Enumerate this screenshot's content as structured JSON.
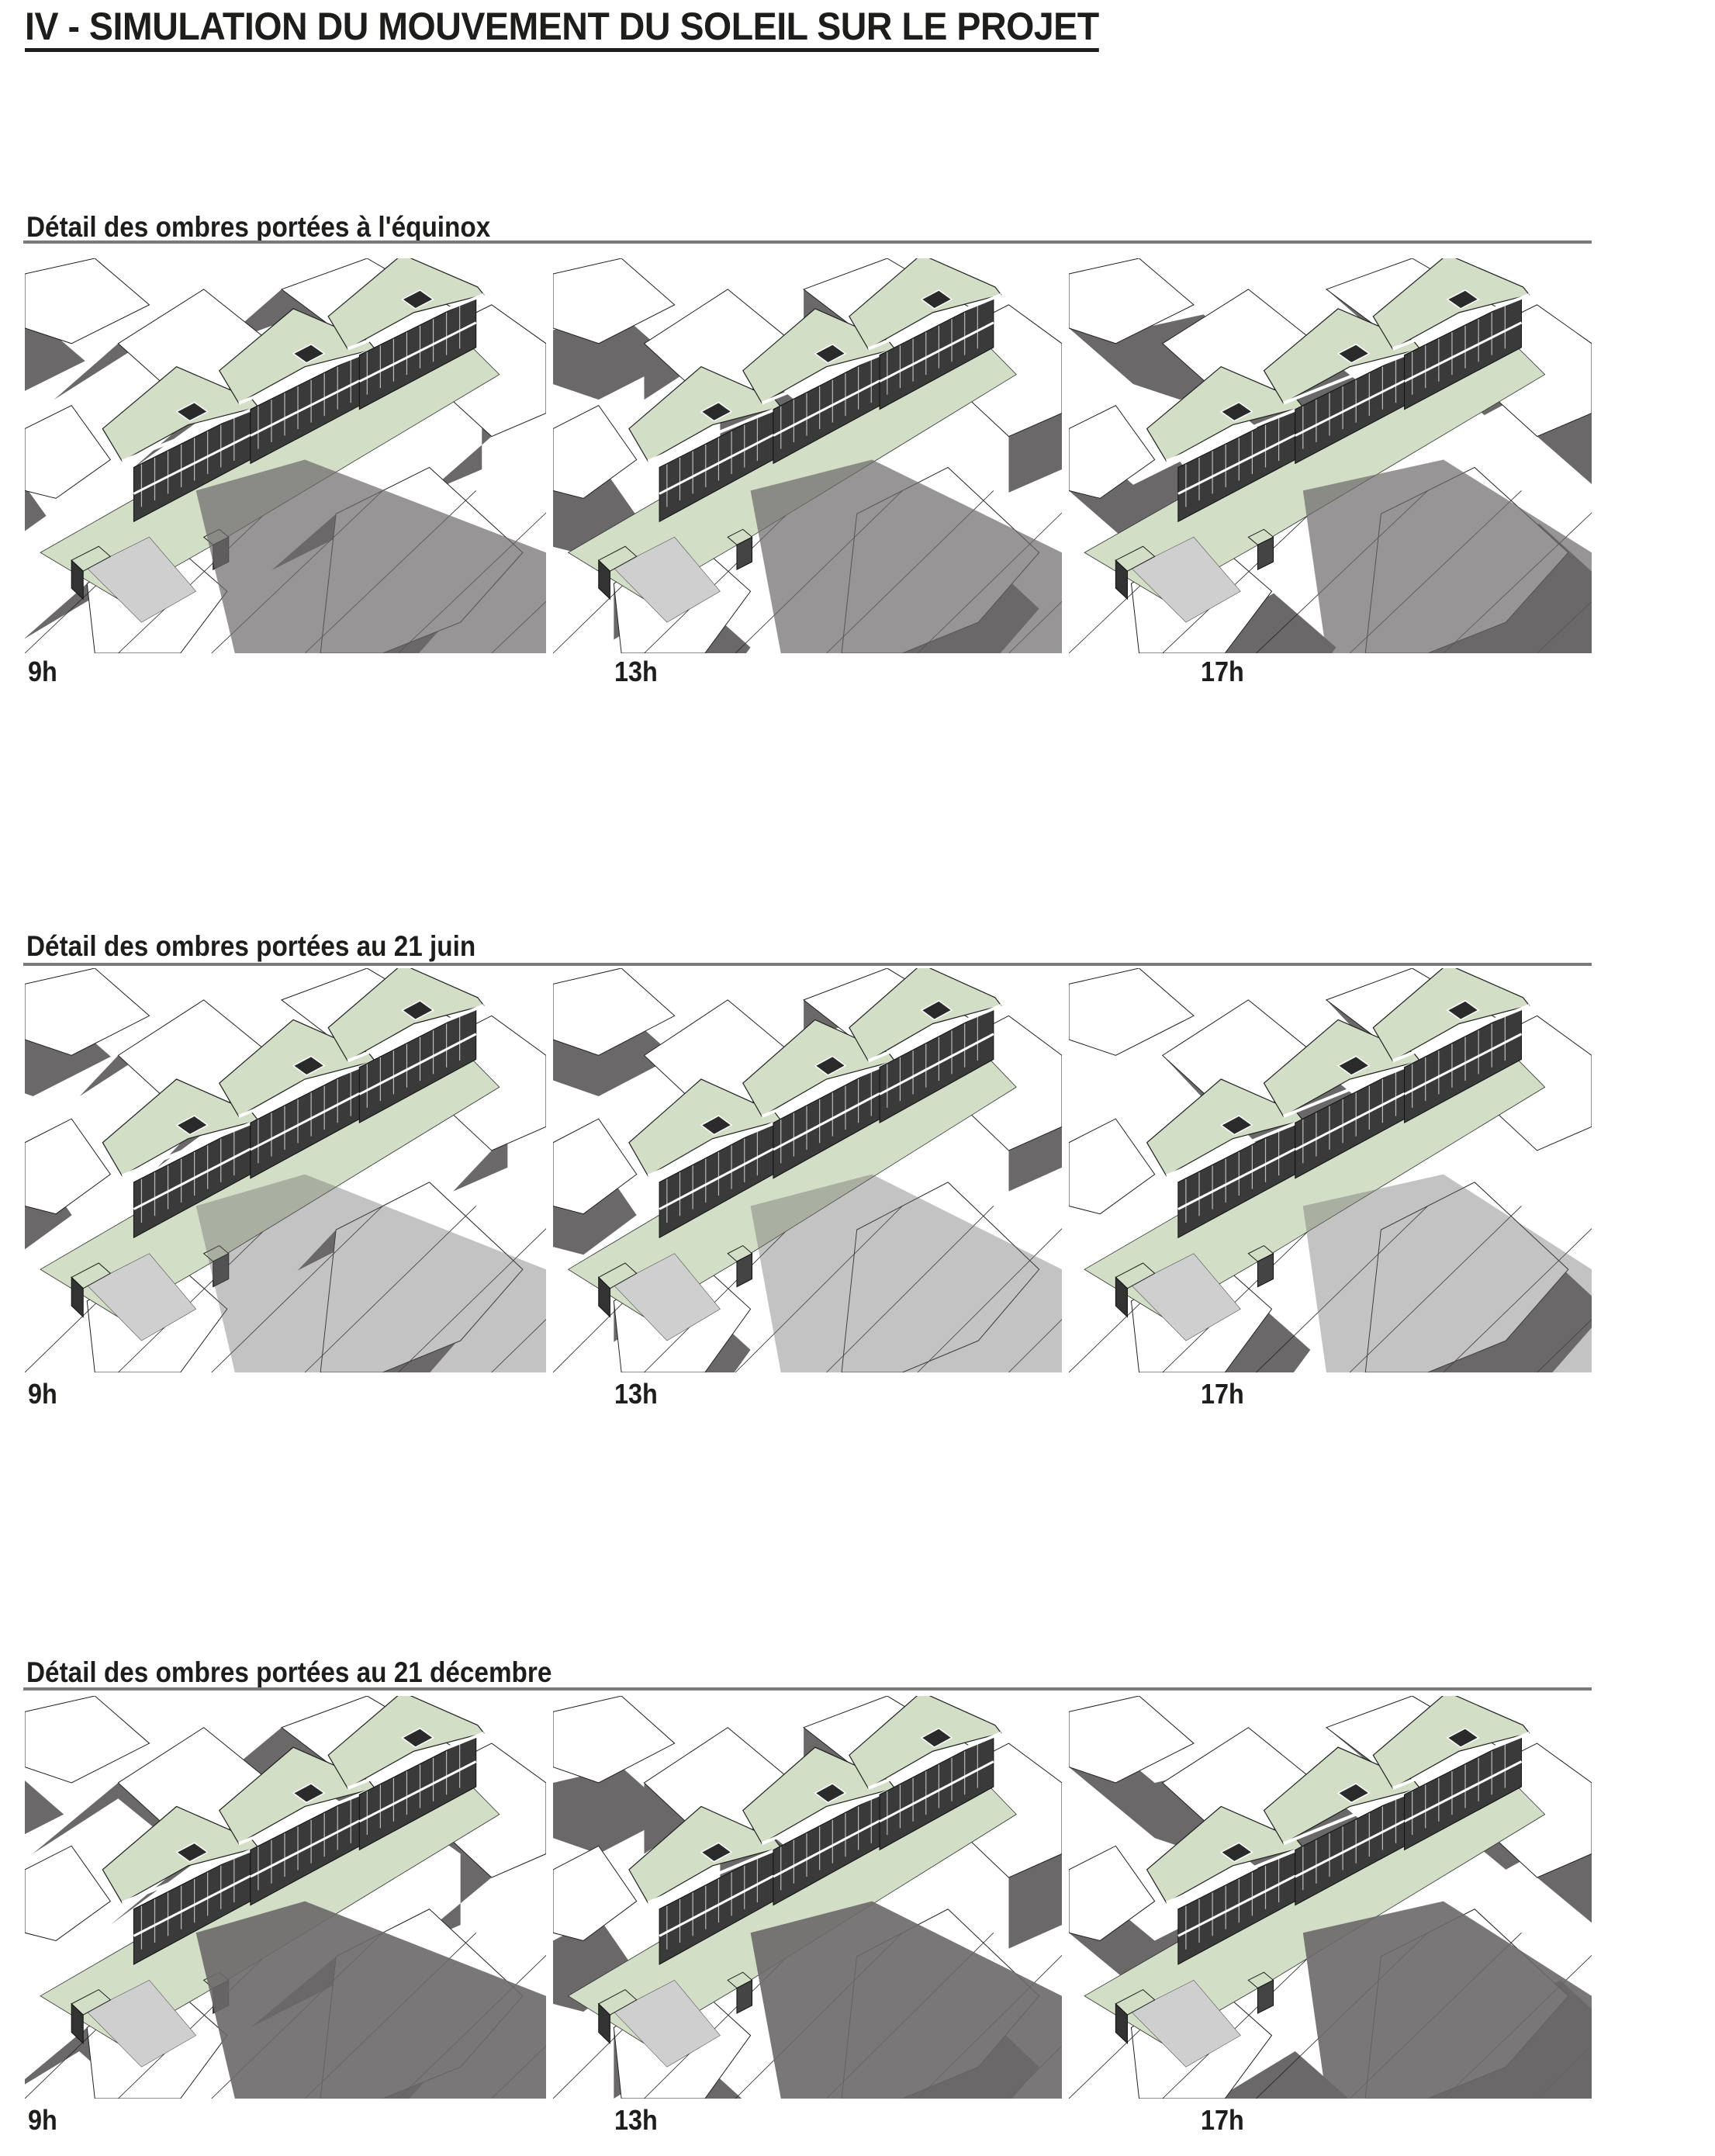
{
  "title": "IV - SIMULATION DU MOUVEMENT DU SOLEIL SUR LE PROJET",
  "sections": [
    {
      "heading": "Détail des ombres portées à l'équinox",
      "panels": [
        {
          "time": "9h"
        },
        {
          "time": "13h"
        },
        {
          "time": "17h"
        }
      ]
    },
    {
      "heading": "Détail des ombres portées au 21 juin",
      "panels": [
        {
          "time": "9h"
        },
        {
          "time": "13h"
        },
        {
          "time": "17h"
        }
      ]
    },
    {
      "heading": "Détail des ombres portées au 21 décembre",
      "panels": [
        {
          "time": "9h"
        },
        {
          "time": "13h"
        },
        {
          "time": "17h"
        }
      ]
    }
  ],
  "colors": {
    "shadow": "#6b6869",
    "roof": "#d3dec6",
    "facade": "#3a3a3a",
    "rule": "#7a7a7a"
  }
}
